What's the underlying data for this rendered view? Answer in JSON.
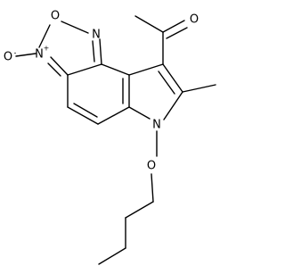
{
  "structure": {
    "atoms": {
      "n_oxide_o": {
        "symbol": "O",
        "charge": "-"
      },
      "ring_o": {
        "symbol": "O"
      },
      "n_top": {
        "symbol": "N"
      },
      "n_plus": {
        "symbol": "N",
        "charge": "+"
      },
      "n_indole": {
        "symbol": "N"
      },
      "o_ketone": {
        "symbol": "O"
      },
      "o_ether": {
        "symbol": "O"
      }
    }
  }
}
